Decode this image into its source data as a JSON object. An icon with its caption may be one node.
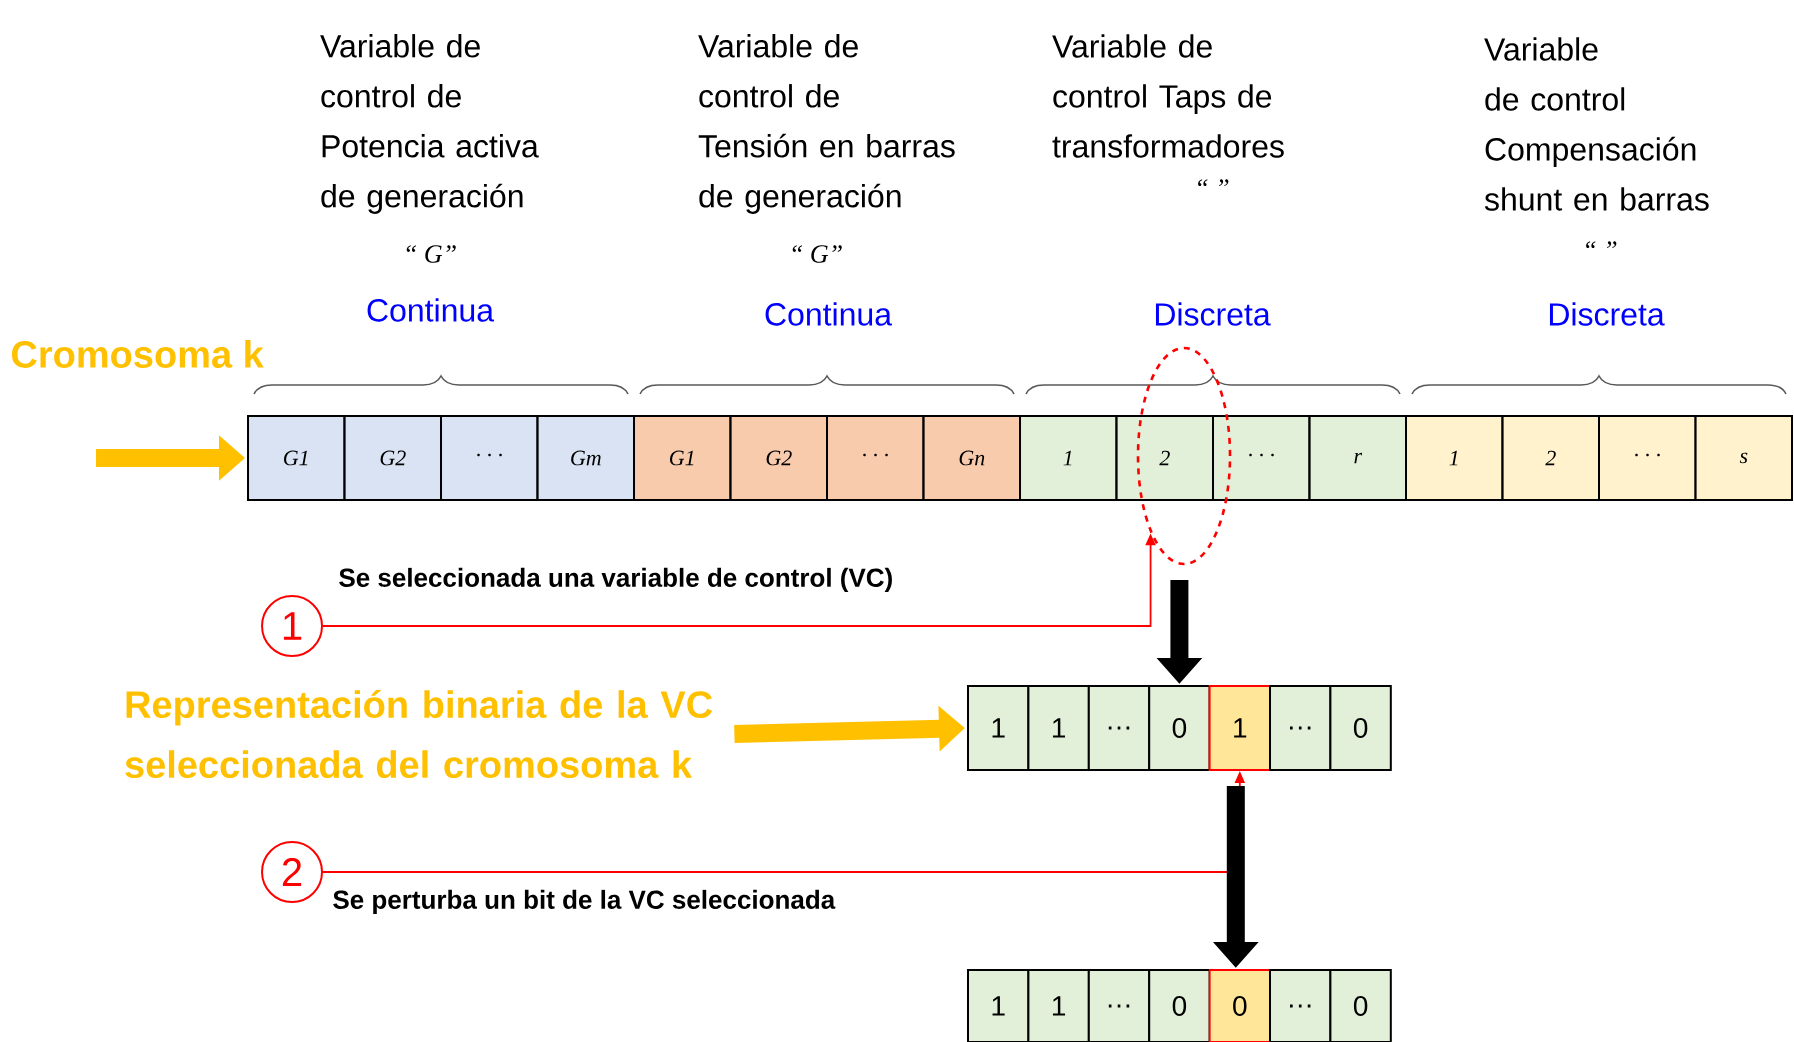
{
  "diagram": {
    "nodes": [
      {
        "text": [
          "G1"
        ]
      },
      {
        "text": [
          "G2"
        ]
      },
      {
        "text": [
          "· · ·"
        ]
      },
      {
        "text": [
          "Gm"
        ]
      },
      {
        "text": [
          "G1"
        ]
      },
      {
        "text": [
          "G2"
        ]
      },
      {
        "text": [
          "· · ·"
        ]
      },
      {
        "text": [
          "Gn"
        ]
      },
      {
        "text": [
          "1"
        ]
      },
      {
        "text": [
          "2"
        ]
      },
      {
        "text": [
          "· · ·"
        ]
      },
      {
        "text": [
          "r"
        ]
      },
      {
        "text": [
          "1"
        ]
      },
      {
        "text": [
          "2"
        ]
      },
      {
        "text": [
          "· · ·"
        ]
      },
      {
        "text": [
          "s"
        ]
      },
      {
        "text": [],
        "shape": "ellipse"
      },
      {
        "text": [
          "1"
        ]
      },
      {
        "text": [
          "Representación binaria de la VC seleccionada del cromosoma k"
        ]
      },
      {
        "text": [
          "1"
        ]
      },
      {
        "text": [
          "1"
        ]
      },
      {
        "text": [
          "…"
        ]
      },
      {
        "text": [
          "0"
        ]
      },
      {
        "text": [
          "1"
        ]
      },
      {
        "text": [
          "…"
        ]
      },
      {
        "text": [
          "0"
        ]
      },
      {
        "text": [
          "2"
        ]
      },
      {
        "text": [
          "1"
        ]
      },
      {
        "text": [
          "1"
        ]
      },
      {
        "text": [
          "…"
        ]
      },
      {
        "text": [
          "0"
        ]
      },
      {
        "text": [
          "0"
        ]
      },
      {
        "text": [
          "…"
        ]
      },
      {
        "text": [
          "0"
        ]
      }
    ],
    "edges": [
      {
        "from": null,
        "to": 0,
        "arrow": "to",
        "color": "#ffc000"
      },
      {
        "from": 17,
        "to": 16,
        "arrow": "to",
        "color": "#ff0000",
        "label": "Se seleccionada una variable de control (VC)"
      },
      {
        "from": 16,
        "to": 22,
        "arrow": "to",
        "color": "#000000"
      },
      {
        "from": 18,
        "to": 19,
        "arrow": "to",
        "color": "#ffc000"
      },
      {
        "from": 26,
        "to": 23,
        "arrow": "to",
        "color": "#ff0000",
        "label": "Se perturba un bit de la VC seleccionada"
      },
      {
        "from": 23,
        "to": 31,
        "arrow": "to",
        "color": "#000000"
      }
    ],
    "labels": [
      "Variable de control de Potencia activa de generación",
      "“ *G*”",
      "Continua",
      "Variable de control de Tensión en barras de generación",
      "“ *G*”",
      "Continua",
      "Variable de control Taps de transformadores",
      "“ ”",
      "Discreta",
      "Variable de control Compensación shunt en barras",
      "“ ”",
      "Discreta",
      "Cromosoma k"
    ]
  }
}
